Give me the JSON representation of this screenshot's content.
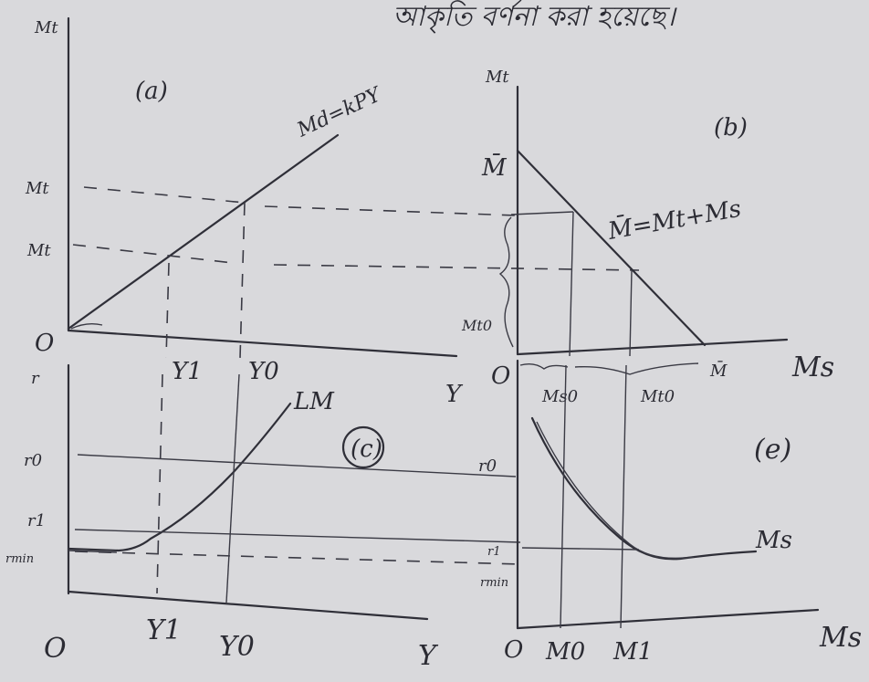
{
  "header_script": "আকৃতি বর্ণনা করা হয়েছে।",
  "panel_a": {
    "tag": "(a)",
    "y_axis": "Mt",
    "x_axis": "Y",
    "origin": "O",
    "line_label": "Md=kPY",
    "y_ticks": [
      "Mt",
      "Mt"
    ],
    "x_ticks": [
      "Y1",
      "Y0"
    ]
  },
  "panel_b": {
    "tag": "(b)",
    "y_axis": "Mt",
    "x_axis": "Ms",
    "origin": "O",
    "y_intercept": "M̄",
    "x_intercept": "M̄",
    "line_label": "M̄=Mt+Ms",
    "brace_label": "Mt0",
    "x_ticks": [
      "Ms0",
      "Mt0"
    ]
  },
  "panel_c": {
    "tag": "(c)",
    "y_axis": "r",
    "x_axis": "Y",
    "origin": "O",
    "curve_label": "LM",
    "y_ticks": [
      "r0",
      "r1",
      "rmin"
    ],
    "x_ticks": [
      "Y1",
      "Y0"
    ]
  },
  "panel_d": {
    "tag": "(e)",
    "x_axis": "Ms",
    "origin": "O",
    "curve_label": "Ms",
    "y_ticks": [
      "r0",
      "r1",
      "rmin"
    ],
    "x_ticks": [
      "M0",
      "M1"
    ]
  }
}
